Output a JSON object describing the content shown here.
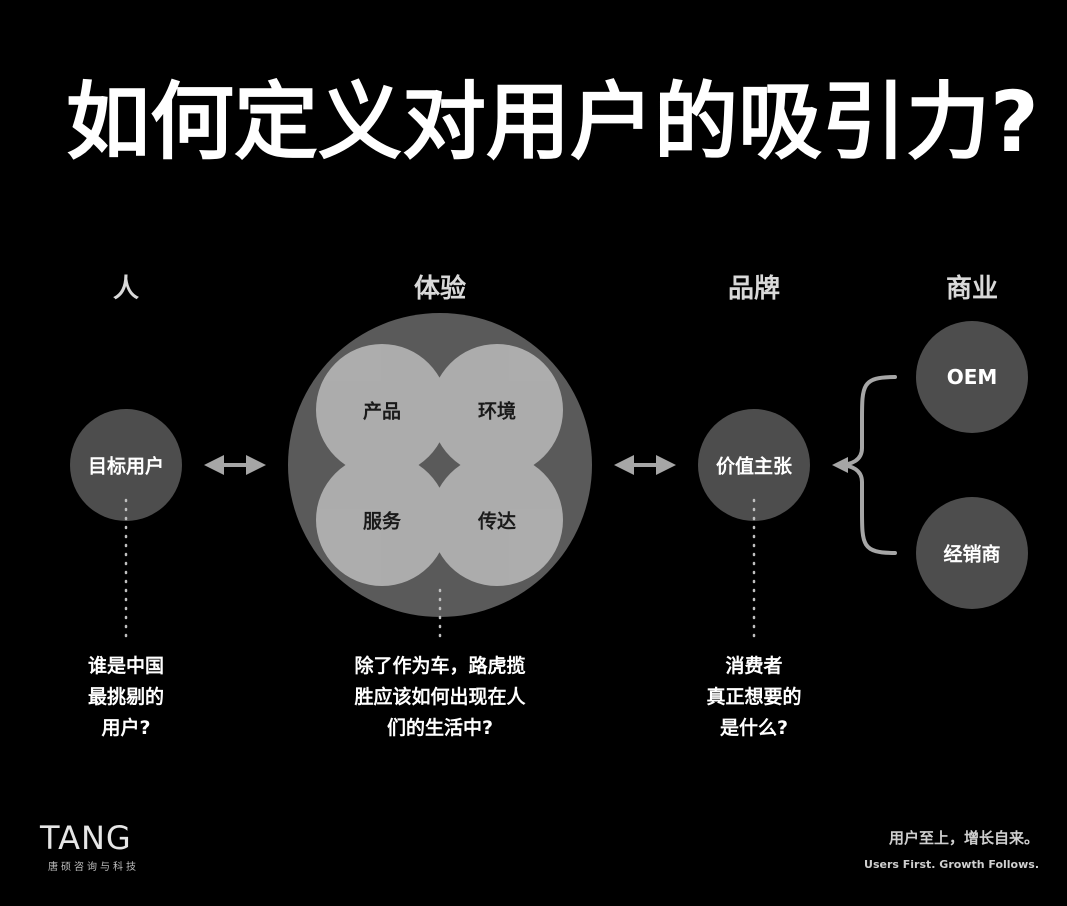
{
  "title": "如何定义对用户的吸引力?",
  "columns": {
    "people": "人",
    "experience": "体验",
    "brand": "品牌",
    "business": "商业"
  },
  "nodes": {
    "target_user": "目标用户",
    "product": "产品",
    "environment": "环境",
    "service": "服务",
    "communication": "传达",
    "value_proposition": "价值主张",
    "oem": "OEM",
    "dealer": "经销商"
  },
  "questions": {
    "people": [
      "谁是中国",
      "最挑剔的",
      "用户?"
    ],
    "experience": [
      "除了作为车，路虎揽",
      "胜应该如何出现在人",
      "们的生活中?"
    ],
    "brand": [
      "消费者",
      "真正想要的",
      "是什么?"
    ]
  },
  "footer": {
    "logo": "TANG",
    "company": "唐硕咨询与科技",
    "slogan_cn": "用户至上，增长自来。",
    "slogan_en": "Users First. Growth Follows."
  },
  "colors": {
    "background": "#000000",
    "node_fill": "#4d4d4d",
    "big_circle": "#5a5a5a",
    "petal": "#b3b3b3",
    "connector": "#9a9a9a"
  }
}
